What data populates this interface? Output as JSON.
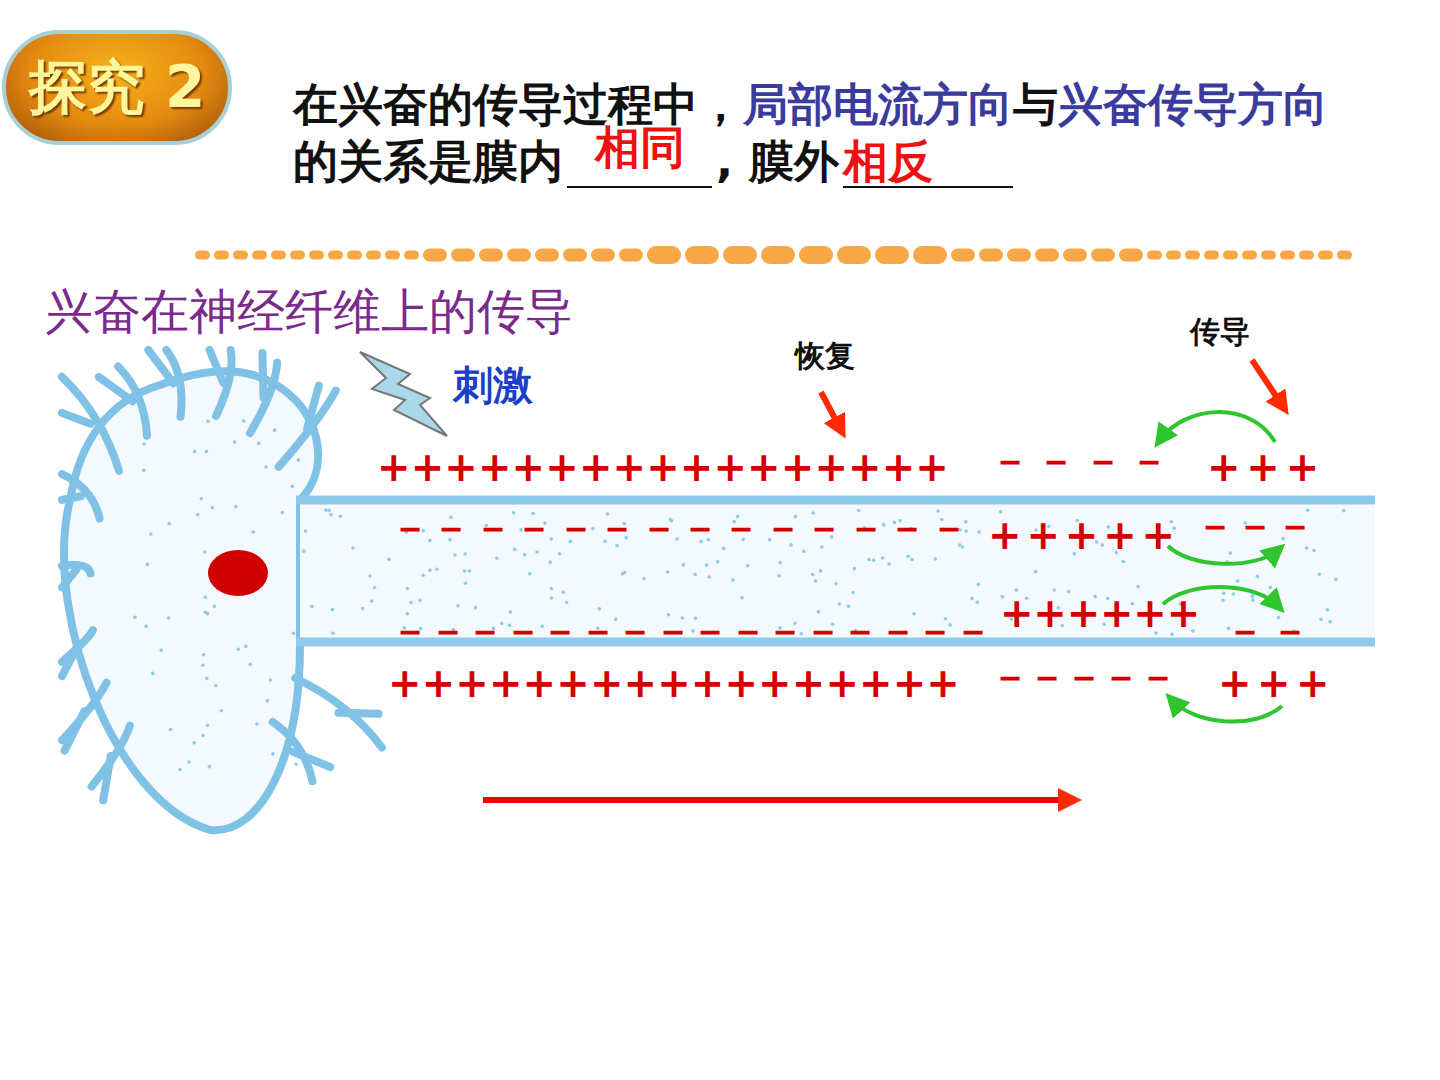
{
  "diagram": {
    "title": "兴奋在神经纤维上的传导",
    "nodes": [
      {
        "text": [
          "探究 2"
        ]
      }
    ],
    "labels": [
      "在兴奋的传导过程中，",
      "局部电流方向",
      "与",
      "兴奋传导方向",
      "的关系是膜内",
      "相同",
      ", 膜外",
      "相反",
      "刺激",
      "恢复",
      "传导",
      "+++++++++++++++++",
      "－－－－",
      "+++",
      "－－－－－－－－－－－－－－",
      "+++++",
      "－－－",
      "－－－－－－－－－－－－－－－－",
      "++++++",
      "－－",
      "+++++++++++++++++",
      "－－－－－",
      "+++"
    ]
  }
}
